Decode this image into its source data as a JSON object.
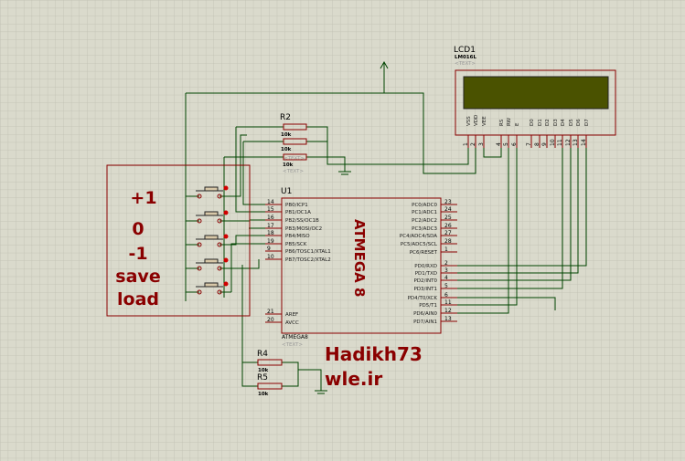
{
  "colors": {
    "background": "#dadacc",
    "grid": "#c4c4b6",
    "wire": "#004400",
    "component": "#8a0000",
    "chip_fill": "#c9c3b3",
    "lcd_screen": "#4a5200",
    "resistor_fill": "#d8c8a8"
  },
  "buttons_box": {
    "labels": [
      "+1",
      "0",
      "-1",
      "save",
      "load"
    ]
  },
  "chip": {
    "ref": "U1",
    "part": "ATMEGA8",
    "body_label": "ATMEGA 8",
    "text_placeholder": "<TEXT>",
    "left_pins": [
      {
        "num": "14",
        "name": "PB0/ICP1"
      },
      {
        "num": "15",
        "name": "PB1/OC1A"
      },
      {
        "num": "16",
        "name": "PB2/SS/OC1B"
      },
      {
        "num": "17",
        "name": "PB3/MOSI/OC2"
      },
      {
        "num": "18",
        "name": "PB4/MISO"
      },
      {
        "num": "19",
        "name": "PB5/SCK"
      },
      {
        "num": "9",
        "name": "PB6/TOSC1/XTAL1"
      },
      {
        "num": "10",
        "name": "PB7/TOSC2/XTAL2"
      }
    ],
    "power_pins": [
      {
        "num": "21",
        "name": "AREF"
      },
      {
        "num": "20",
        "name": "AVCC"
      }
    ],
    "right_pins_c": [
      {
        "num": "23",
        "name": "PC0/ADC0"
      },
      {
        "num": "24",
        "name": "PC1/ADC1"
      },
      {
        "num": "25",
        "name": "PC2/ADC2"
      },
      {
        "num": "26",
        "name": "PC3/ADC3"
      },
      {
        "num": "27",
        "name": "PC4/ADC4/SDA"
      },
      {
        "num": "28",
        "name": "PC5/ADC5/SCL"
      },
      {
        "num": "1",
        "name": "PC6/RESET"
      }
    ],
    "right_pins_d": [
      {
        "num": "2",
        "name": "PD0/RXD"
      },
      {
        "num": "3",
        "name": "PD1/TXD"
      },
      {
        "num": "4",
        "name": "PD2/INT0"
      },
      {
        "num": "5",
        "name": "PD3/INT1"
      },
      {
        "num": "6",
        "name": "PD4/T0/XCK"
      },
      {
        "num": "11",
        "name": "PD5/T1"
      },
      {
        "num": "12",
        "name": "PD6/AIN0"
      },
      {
        "num": "13",
        "name": "PD7/AIN1"
      }
    ]
  },
  "lcd": {
    "ref": "LCD1",
    "part": "LM016L",
    "text_placeholder": "<TEXT>",
    "pins": [
      {
        "num": "1",
        "name": "VSS"
      },
      {
        "num": "2",
        "name": "VDD"
      },
      {
        "num": "3",
        "name": "VEE"
      },
      {
        "num": "4",
        "name": "RS"
      },
      {
        "num": "5",
        "name": "RW"
      },
      {
        "num": "6",
        "name": "E"
      },
      {
        "num": "7",
        "name": "D0"
      },
      {
        "num": "8",
        "name": "D1"
      },
      {
        "num": "9",
        "name": "D2"
      },
      {
        "num": "10",
        "name": "D3"
      },
      {
        "num": "11",
        "name": "D4"
      },
      {
        "num": "12",
        "name": "D5"
      },
      {
        "num": "13",
        "name": "D6"
      },
      {
        "num": "14",
        "name": "D7"
      }
    ]
  },
  "resistors": {
    "r2": {
      "ref": "R2",
      "value": "10k"
    },
    "r2b": {
      "value": "10k"
    },
    "r2c": {
      "value": "10k"
    },
    "r4": {
      "ref": "R4",
      "value": "10k"
    },
    "r5": {
      "ref": "R5",
      "value": "10k"
    },
    "text_placeholder": "<TEXT>"
  },
  "watermark": {
    "line1": "Hadikh73",
    "line2": "wle.ir"
  }
}
